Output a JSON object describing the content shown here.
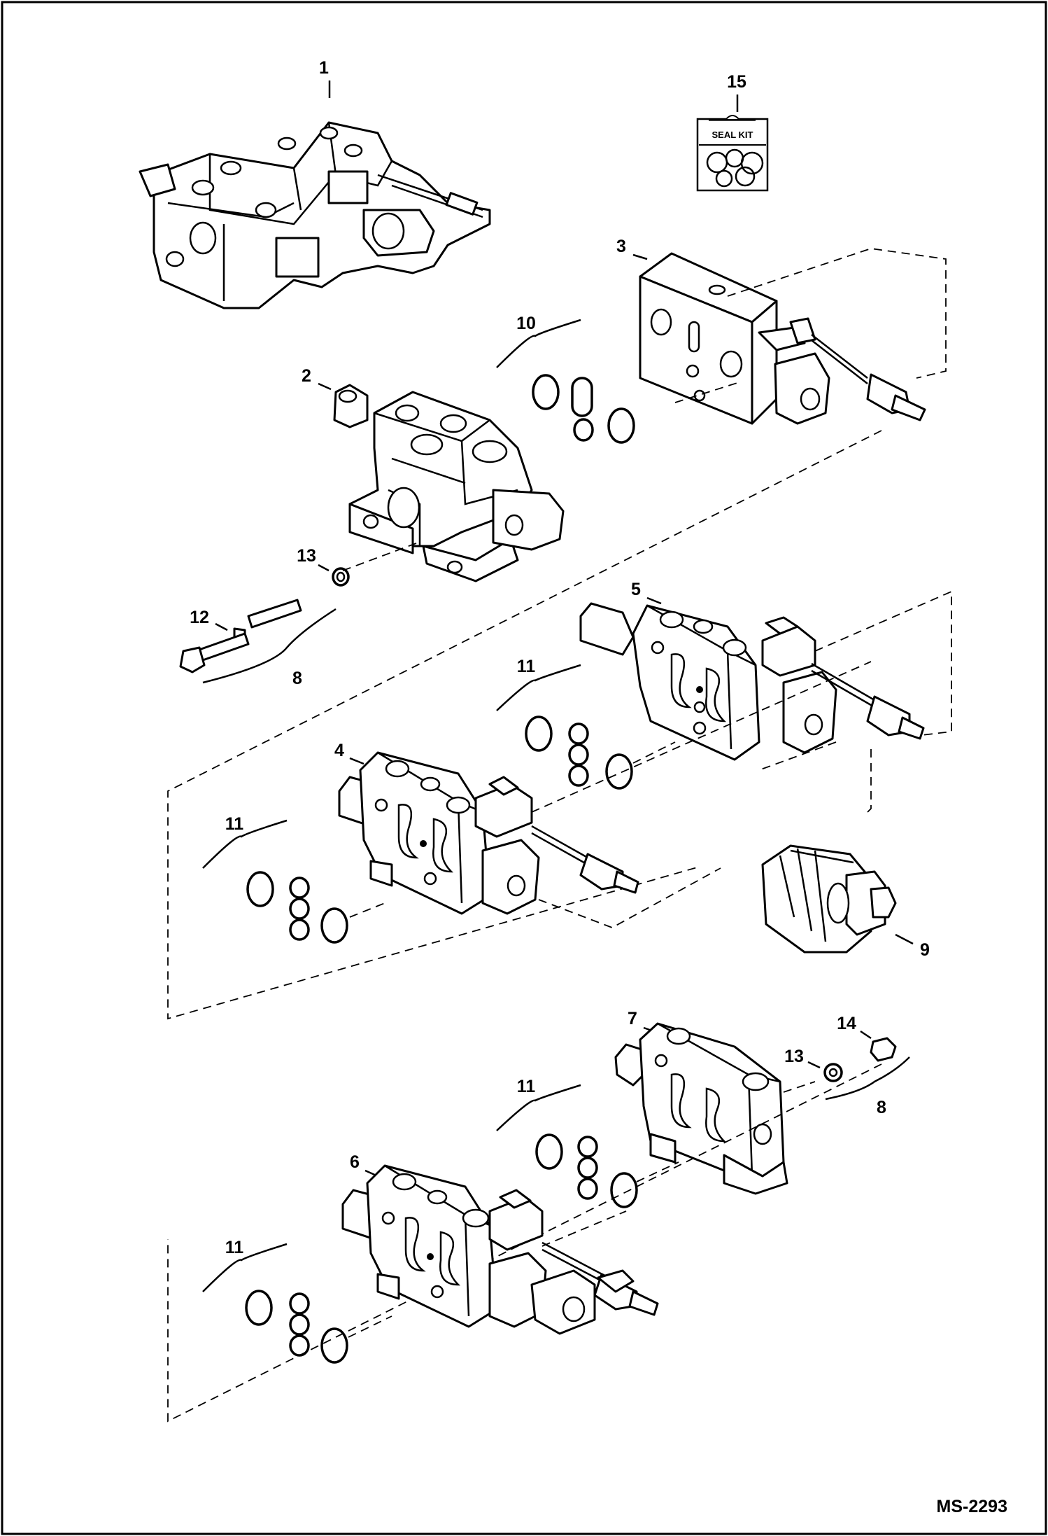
{
  "drawing_code": "MS-2293",
  "seal_kit_text": "SEAL KIT",
  "callouts": {
    "c1": "1",
    "c2": "2",
    "c3": "3",
    "c4": "4",
    "c5": "5",
    "c6": "6",
    "c7": "7",
    "c8a": "8",
    "c8b": "8",
    "c9": "9",
    "c10": "10",
    "c11a": "11",
    "c11b": "11",
    "c11c": "11",
    "c11d": "11",
    "c12": "12",
    "c13a": "13",
    "c13b": "13",
    "c14": "14",
    "c15": "15"
  }
}
